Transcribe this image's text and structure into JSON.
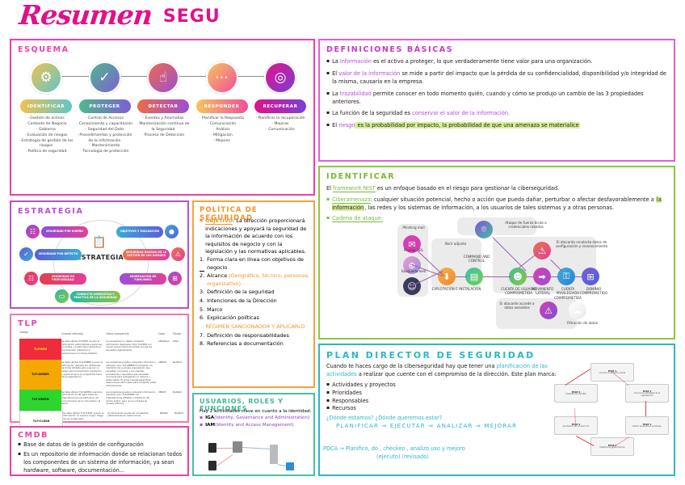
{
  "title": {
    "main": "Resumen",
    "sub": "SEGU"
  },
  "esquema": {
    "title": "ESQUEMA",
    "steps": [
      {
        "label": "IDENTIFICAR",
        "icon": "people-gear-icon",
        "glyph": "⚙",
        "c1": "#f2c14e",
        "c2": "#5ec6c9",
        "items": [
          "Gestión de activos",
          "Contexto de Negocio",
          "Gobierno",
          "Evaluación de riesgos",
          "Estrategia de gestión de los riesgos",
          "Política de seguridad"
        ]
      },
      {
        "label": "PROTEGER",
        "icon": "shield-check-icon",
        "glyph": "✓",
        "c1": "#4fb98a",
        "c2": "#7b5fd6",
        "items": [
          "Control de Accesos",
          "Conocimiento y capacitación",
          "Seguridad del Dato",
          "Procedimientos y protección de la información",
          "Mantenimiento",
          "Tecnología de protección"
        ]
      },
      {
        "label": "DETECTAR",
        "icon": "hand-touch-icon",
        "glyph": "☝",
        "c1": "#f06a4a",
        "c2": "#9b4fd6",
        "items": [
          "Eventos y Anomalías",
          "Monitorización continua de la Seguridad",
          "Proceso de Detección"
        ]
      },
      {
        "label": "RESPONDER",
        "icon": "chat-bubble-icon",
        "glyph": "⋯",
        "c1": "#f8c45c",
        "c2": "#f0509b",
        "items": [
          "Planificar la Respuesta",
          "Comunicación",
          "Análisis",
          "Mitigación",
          "Mejoras"
        ]
      },
      {
        "label": "RECUPERAR",
        "icon": "refresh-target-icon",
        "glyph": "◎",
        "c1": "#e0128a",
        "c2": "#7b3fd6",
        "items": [
          "Planificar la recuperación",
          "Mejoras",
          "Comunicación"
        ]
      }
    ]
  },
  "definiciones": {
    "title": "DEFINICIONES BÁSICAS",
    "bullets": [
      {
        "parts": [
          {
            "t": "La ",
            "s": "plain"
          },
          {
            "t": "información",
            "s": "purple"
          },
          {
            "t": " es el activo a proteger, lo que verdaderamente tiene valor para una organización.",
            "s": "plain"
          }
        ]
      },
      {
        "parts": [
          {
            "t": "El ",
            "s": "plain"
          },
          {
            "t": "valor de la información",
            "s": "purple"
          },
          {
            "t": " se mide a partir del impacto que la pérdida de su confidencialidad, disponibilidad y/o integridad de la misma, causaría en la empresa.",
            "s": "plain"
          }
        ]
      },
      {
        "parts": [
          {
            "t": "La ",
            "s": "plain"
          },
          {
            "t": "trazabilidad",
            "s": "purple"
          },
          {
            "t": " permite conocer en todo momento quién, cuando y cómo se produjo un cambio de las 3 propiedades anteriores.",
            "s": "plain"
          }
        ]
      },
      {
        "parts": [
          {
            "t": "La función de la seguridad es ",
            "s": "plain"
          },
          {
            "t": "conservar el valor de la información.",
            "s": "purple"
          }
        ]
      },
      {
        "parts": [
          {
            "t": "El ",
            "s": "plain"
          },
          {
            "t": "riesgo",
            "s": "purple"
          },
          {
            "t": " es la probabilidad por impacto, la probabilidad de que una amenaza se materialice",
            "s": "hl"
          }
        ]
      }
    ]
  },
  "identificar": {
    "title": "IDENTIFICAR",
    "intro_parts": [
      {
        "t": "El ",
        "s": "plain"
      },
      {
        "t": "framework NIST",
        "s": "green-u"
      },
      {
        "t": " es un enfoque basado en el riesgo para gestionar la ciberseguridad.",
        "s": "plain"
      }
    ],
    "bullets": [
      {
        "parts": [
          {
            "t": "Ciberamenaza",
            "s": "green-u"
          },
          {
            "t": ": cualquier situación potencial, hecho o acción que pueda dañar, perturbar o afectar desfavorablemente a ",
            "s": "plain"
          },
          {
            "t": "la información",
            "s": "hl"
          },
          {
            "t": ", las redes y los sistemas de información, a los usuarios de tales sistemas y a otras personas.",
            "s": "plain"
          }
        ]
      },
      {
        "parts": [
          {
            "t": "Cadena de ataque:",
            "s": "green-u"
          }
        ]
      }
    ],
    "attack_chain": {
      "entry_labels": [
        "Phishing mail",
        "Pinchar URL",
        "Búsqueda web"
      ],
      "nodes": [
        {
          "name": "envelope-icon",
          "label": "Phishing mail"
        },
        {
          "name": "globe-icon",
          "label": "Pinchar URL"
        },
        {
          "name": "hacker-icon",
          "label": "Búsqueda web"
        },
        {
          "name": "download-icon",
          "label": "EXPLOTACIÓN E INSTALACIÓN"
        },
        {
          "name": "server-icon",
          "label": "COMMAND AND CONTROL"
        },
        {
          "name": "user-icon",
          "label": "CUENTA DE USUARIO COMPROMETIDA"
        },
        {
          "name": "arrow-right-icon",
          "label": "MOVIMIENTO LATERAL"
        },
        {
          "name": "key-icon",
          "label": "CUENTA PRIVILEGIADA COMPROMETIDA"
        },
        {
          "name": "domain-icon",
          "label": "DOMINIO COMPROMETIDO"
        }
      ],
      "notes": [
        "Abrir adjunto",
        "Ataque de fuerza bruta o credenciales robadas",
        "El atacante recolecta datos de configuración y reconocimiento",
        "El atacante accede a datos sensibles",
        "Filtración de datos"
      ]
    }
  },
  "estrategia": {
    "title": "ESTRATEGIA",
    "center": "ESTRATEGIA",
    "nodes": [
      {
        "label": "SEGURIDAD POR DISEÑO",
        "icon": "blueprint-icon",
        "glyph": "☷",
        "c1": "#8a4fd6",
        "c2": "#e0409b",
        "side": "left"
      },
      {
        "label": "SEGURIDAD POR DEFECTO",
        "icon": "shield-icon",
        "glyph": "✓",
        "c1": "#5a5fd6",
        "c2": "#3fa9d6",
        "side": "left"
      },
      {
        "label": "SEGURIDAD EN PROFUNDIDAD",
        "icon": "layers-icon",
        "glyph": "☷",
        "c1": "#e0404a",
        "c2": "#e0409b",
        "side": "left"
      },
      {
        "label": "CONDUCTA NORMATIVA Y PRÁCTICA DE LA SEGURIDAD",
        "icon": "laptop-icon",
        "glyph": "▭",
        "c1": "#2bb7a0",
        "c2": "#8ac34f",
        "side": "bottom"
      },
      {
        "label": "SEGREGACIÓN DE FUNCIONES",
        "icon": "network-icon",
        "glyph": "⊞",
        "c1": "#9b4fd6",
        "c2": "#e0409b",
        "side": "right"
      },
      {
        "label": "SEGURIDAD BASADA EN LA GESTIÓN DE LOS RIESGOS",
        "icon": "risk-icon",
        "glyph": "⚠",
        "c1": "#f0704a",
        "c2": "#e0409b",
        "side": "right"
      },
      {
        "label": "OBJETIVOS Y EVALUACIÓN",
        "icon": "bulb-icon",
        "glyph": "●",
        "c1": "#3fa9d6",
        "c2": "#5a5fd6",
        "side": "right"
      }
    ]
  },
  "politica": {
    "title": "POLÍTICA DE SEGURIDAD",
    "objetivo_label": "OBJETIVO",
    "objetivo_text": ": La dirección proporcionará indicaciones y apoyará la seguridad de la información de acuerdo con los requisitos de negocio y con la legislación y las normativas aplicables.",
    "items": [
      {
        "n": "1.",
        "t": "Forma clara en línea con objetivos de negocio",
        "extra": ""
      },
      {
        "n": "2.",
        "t": "Alcance",
        "extra": "(Geográfico, técnico, personas, organizativo)"
      },
      {
        "n": "3.",
        "t": "Definición de la seguridad",
        "extra": ""
      },
      {
        "n": "4.",
        "t": "Intenciones de la Dirección",
        "extra": ""
      },
      {
        "n": "5.",
        "t": "Marco",
        "extra": ""
      },
      {
        "n": "6.",
        "t": "Explicación políticas",
        "extra": ""
      },
      {
        "n": "",
        "t": "- RÉGIMEN SANCIONADOR Y APLICARLO",
        "extra": ""
      },
      {
        "n": "7.",
        "t": "Definición de responsabilidades",
        "extra": ""
      },
      {
        "n": "8.",
        "t": "Referencias a documentación",
        "extra": ""
      }
    ]
  },
  "tlp": {
    "title": "TLP",
    "headers": [
      "Código",
      "Cuando utilizarlo",
      "Cómo compartirlo",
      "Color",
      "Fondo"
    ],
    "rows": [
      {
        "code": "TLP:RED",
        "bg": "#ef2b3c",
        "fg": "#ffff00",
        "cuando": "Se debe utilizar TLP:RED cuando la información está limitada a personas concretas, y podría tener impacto en la privacidad, reputación u operaciones si no fuera utilizada.",
        "como": "Los receptores no deben compartir información designada como TLP:RED con ningún tercero fuera del ámbito donde fue expuesta originalmente.",
        "color": "AMARILLO",
        "fondo": "ROJO"
      },
      {
        "code": "TLP:AMBER",
        "bg": "#f5a800",
        "fg": "#1a1a1a",
        "cuando": "Se debe utilizar TLP:AMBER cuando la información requiere ser distribuida de forma limitada para suponer un riesgo para la privacidad, reputación u operaciones si es compartida fuera de la organización.",
        "como": "Los receptores pueden compartir información indicada como TLP:AMBER únicamente con miembros de su propia organización que necesiten conocerla, y sus clientes, proveedores o asociados que necesiten conocerla para protegerse a sí mismos o evitar daños. El emisor puede especificar restricciones adicionales para compartir estas informaciones.",
        "color": "ÁMBAR",
        "fondo": "BLANCO"
      },
      {
        "code": "TLP:GREEN",
        "bg": "#2dd62d",
        "fg": "#1a1a1a",
        "cuando": "Se debe utilizar TLP:GREEN cuando la información es útil para todas las organizaciones que participan, así como terceros de la comunidad o el sector.",
        "como": "Los receptores pueden compartir información indicada como TLP:GREEN con organizaciones afiliadas o miembros del mismo sector, pero nunca a través de canales públicos.",
        "color": "VERDE",
        "fondo": "BLANCO"
      },
      {
        "code": "TLP:CLEAR",
        "bg": "#ffffff",
        "fg": "#1a1a1a",
        "cuando": "Se debe utilizar TLP:CLEAR cuando la información no supone ningún riesgo de uso inadecuado.",
        "como": "La información puede ser compartida públicamente sin restricciones.",
        "color": "NEGRO",
        "fondo": "BLANCO"
      }
    ]
  },
  "cmdb": {
    "title": "CMDB",
    "bullets": [
      "Base de datos de la gestión de configuración",
      "Es un repositorio de información donde se relacionan todos los componentes de un sistema de información, ya sean hardware, software, documentación..."
    ]
  },
  "usuarios": {
    "title": "USUARIOS, ROLES Y FUNCIONES",
    "intro": "Hay 2 actividades clave en cuanto a la identidad:",
    "items": [
      {
        "abbr": "IGA",
        "exp": "(Identity, Governance and Administration)"
      },
      {
        "abbr": "IAM",
        "exp": "(Identity and Access Management)"
      }
    ]
  },
  "plan": {
    "title": "PLAN DIRECTOR DE SEGURIDAD",
    "intro_parts": [
      {
        "t": "Cuando te haces cargo de la ciberseguridad hay que tener una ",
        "s": "plain"
      },
      {
        "t": "planificación de las actividades",
        "s": "cyan"
      },
      {
        "t": " a realizar que cuente con el compromiso de la dirección. Este plan marca:",
        "s": "plain"
      }
    ],
    "bullets": [
      "Actividades y proyectos",
      "Prioridades",
      "Responsables",
      "Recursos"
    ],
    "question": "¿Dónde estamos? ¿Dónde queremos estar?",
    "flow": "PLANIFICAR  ⇒  EJECUTAR  ⇒  ANALIZAR  ⇒  MEJORAR",
    "pdca_line1": "PDCA → Planifico,    do ,      checkeo , analizo uso y mejoro",
    "pdca_line2": "(ejecuto)   (revisado)",
    "phases": [
      {
        "n": "FASE 1",
        "t": "Conocer la situación actual"
      },
      {
        "n": "FASE 2",
        "t": "Conocer la estrategia de la organización"
      },
      {
        "n": "FASE 3",
        "t": "Definir proyectos e iniciativas"
      },
      {
        "n": "FASE 4",
        "t": "Clasificación y priorización"
      },
      {
        "n": "FASE 5",
        "t": "Aprobación por la dirección"
      },
      {
        "n": "FASE 6",
        "t": "Implantación del PDS"
      }
    ]
  },
  "colors": {
    "pink": "#ef3fa8",
    "magenta": "#e0128a",
    "purple": "#b84fd6",
    "green": "#8cc63e",
    "orange": "#f2a33c",
    "cyan": "#2bb7c8",
    "teal": "#46c1a5",
    "highlight": "#d7ef9a"
  }
}
